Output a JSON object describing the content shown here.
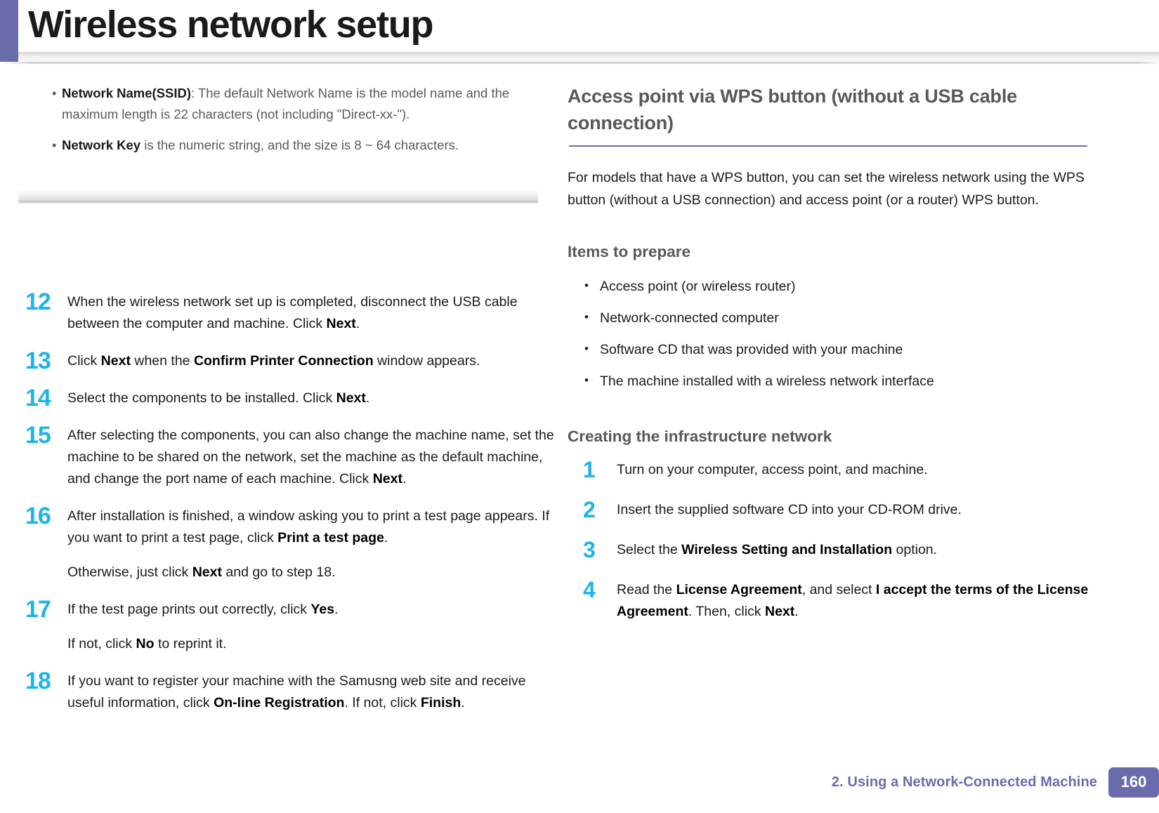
{
  "page": {
    "title": "Wireless network setup"
  },
  "note_box": {
    "bullet_glyph": "•",
    "items": [
      {
        "label": "Network Name(SSID)",
        "text": ": The default Network Name is the model name and the maximum length is 22 characters (not including \"Direct-xx-\")."
      },
      {
        "label": "Network Key",
        "text": " is the numeric string, and the size is 8 ~ 64 characters."
      }
    ]
  },
  "left_steps": [
    {
      "number": "12",
      "lines": [
        [
          {
            "t": "When the wireless network set up is completed, disconnect the USB cable between the computer and machine. Click ",
            "b": false
          },
          {
            "t": "Next",
            "b": true
          },
          {
            "t": ".",
            "b": false
          }
        ]
      ]
    },
    {
      "number": "13",
      "lines": [
        [
          {
            "t": "Click ",
            "b": false
          },
          {
            "t": "Next",
            "b": true
          },
          {
            "t": " when the ",
            "b": false
          },
          {
            "t": "Confirm Printer Connection",
            "b": true
          },
          {
            "t": " window appears.",
            "b": false
          }
        ]
      ]
    },
    {
      "number": "14",
      "lines": [
        [
          {
            "t": "Select the components to be installed. Click ",
            "b": false
          },
          {
            "t": "Next",
            "b": true
          },
          {
            "t": ".",
            "b": false
          }
        ]
      ]
    },
    {
      "number": "15",
      "lines": [
        [
          {
            "t": "After selecting the components, you can also change the machine name, set the machine to be shared on the network, set the machine as the default machine, and change the port name of each machine. Click ",
            "b": false
          },
          {
            "t": "Next",
            "b": true
          },
          {
            "t": ".",
            "b": false
          }
        ]
      ]
    },
    {
      "number": "16",
      "lines": [
        [
          {
            "t": "After installation is finished, a window asking you to print a test page appears. If you want to print a test page, click ",
            "b": false
          },
          {
            "t": "Print a test page",
            "b": true
          },
          {
            "t": ".",
            "b": false
          }
        ],
        [
          {
            "t": "Otherwise, just click ",
            "b": false
          },
          {
            "t": "Next",
            "b": true
          },
          {
            "t": " and go to step 18.",
            "b": false
          }
        ]
      ]
    },
    {
      "number": "17",
      "lines": [
        [
          {
            "t": "If the test page prints out correctly, click ",
            "b": false
          },
          {
            "t": "Yes",
            "b": true
          },
          {
            "t": ".",
            "b": false
          }
        ],
        [
          {
            "t": "If not, click ",
            "b": false
          },
          {
            "t": "No",
            "b": true
          },
          {
            "t": " to reprint it.",
            "b": false
          }
        ]
      ]
    },
    {
      "number": "18",
      "lines": [
        [
          {
            "t": "If you want to register your machine with the Samusng web site and receive useful information, click ",
            "b": false
          },
          {
            "t": "On-line Registration",
            "b": true
          },
          {
            "t": ". If not, click ",
            "b": false
          },
          {
            "t": "Finish",
            "b": true
          },
          {
            "t": ".",
            "b": false
          }
        ]
      ]
    }
  ],
  "right_column": {
    "section_heading": "Access point via WPS button (without a USB cable connection)",
    "section_intro": "For models that have a WPS button, you can set the wireless network using the WPS button (without a USB connection) and access point (or a router) WPS button.",
    "items_heading": "Items to prepare",
    "items_bullet_glyph": "•",
    "items": [
      "Access point (or wireless router)",
      "Network-connected computer",
      "Software CD that was provided with your machine",
      "The machine installed with a wireless network interface"
    ],
    "infra_heading": "Creating the infrastructure network",
    "infra_steps": [
      {
        "number": "1",
        "lines": [
          [
            {
              "t": "Turn on your computer, access point, and machine.",
              "b": false
            }
          ]
        ]
      },
      {
        "number": "2",
        "lines": [
          [
            {
              "t": "Insert the supplied software CD into your CD-ROM drive.",
              "b": false
            }
          ]
        ]
      },
      {
        "number": "3",
        "lines": [
          [
            {
              "t": "Select the ",
              "b": false
            },
            {
              "t": "Wireless Setting and Installation",
              "b": true
            },
            {
              "t": " option.",
              "b": false
            }
          ]
        ]
      },
      {
        "number": "4",
        "lines": [
          [
            {
              "t": "Read the ",
              "b": false
            },
            {
              "t": "License Agreement",
              "b": true
            },
            {
              "t": ", and select ",
              "b": false
            },
            {
              "t": "I accept the terms of the License Agreement",
              "b": true
            },
            {
              "t": ". Then, click ",
              "b": false
            },
            {
              "t": "Next",
              "b": true
            },
            {
              "t": ".",
              "b": false
            }
          ]
        ]
      }
    ]
  },
  "footer": {
    "chapter_text": "2.  Using a Network-Connected Machine",
    "page_number": "160"
  },
  "colors": {
    "accent_purple": "#6a6bab",
    "step_cyan": "#1cb4e9",
    "heading_gray": "#58585b",
    "body_black": "#1a1a1a",
    "note_gray": "#58595b"
  }
}
